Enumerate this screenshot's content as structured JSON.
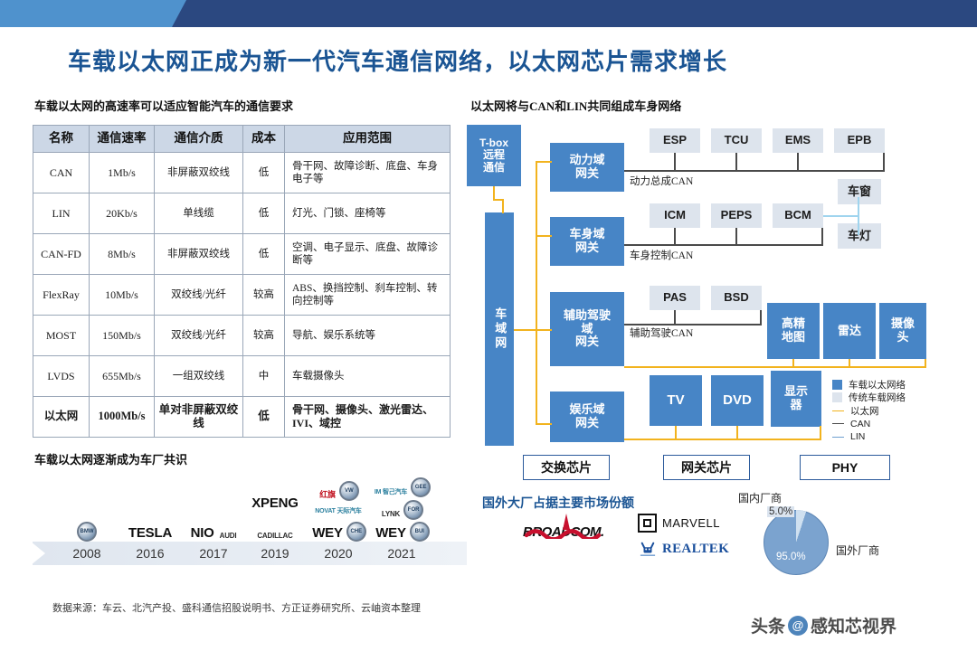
{
  "header": {
    "banner_light_color": "#4f92cd",
    "banner_dark_color": "#2b4880"
  },
  "title": "车载以太网正成为新一代汽车通信网络，以太网芯片需求增长",
  "sections": {
    "left_table_heading": "车载以太网的高速率可以适应智能汽车的通信要求",
    "right_diagram_heading": "以太网将与CAN和LIN共同组成车身网络",
    "timeline_heading": "车载以太网逐渐成为车厂共识",
    "market_heading": "国外大厂占据主要市场份额"
  },
  "table": {
    "columns": [
      "名称",
      "通信速率",
      "通信介质",
      "成本",
      "应用范围"
    ],
    "rows": [
      {
        "name": "CAN",
        "rate": "1Mb/s",
        "medium": "非屏蔽双绞线",
        "cost": "低",
        "apps": "骨干网、故障诊断、底盘、车身电子等"
      },
      {
        "name": "LIN",
        "rate": "20Kb/s",
        "medium": "单线缆",
        "cost": "低",
        "apps": "灯光、门锁、座椅等"
      },
      {
        "name": "CAN-FD",
        "rate": "8Mb/s",
        "medium": "非屏蔽双绞线",
        "cost": "低",
        "apps": "空调、电子显示、底盘、故障诊断等"
      },
      {
        "name": "FlexRay",
        "rate": "10Mb/s",
        "medium": "双绞线/光纤",
        "cost": "较高",
        "apps": "ABS、换挡控制、刹车控制、转向控制等"
      },
      {
        "name": "MOST",
        "rate": "150Mb/s",
        "medium": "双绞线/光纤",
        "cost": "较高",
        "apps": "导航、娱乐系统等"
      },
      {
        "name": "LVDS",
        "rate": "655Mb/s",
        "medium": "一组双绞线",
        "cost": "中",
        "apps": "车载摄像头"
      },
      {
        "name": "以太网",
        "rate": "1000Mb/s",
        "medium": "单对非屏蔽双绞线",
        "cost": "低",
        "apps": "骨干网、摄像头、激光雷达、IVI、域控",
        "highlight": true
      }
    ]
  },
  "timeline": {
    "items": [
      {
        "year": "2008",
        "brands": [
          "BMW"
        ]
      },
      {
        "year": "2016",
        "brands": [
          "TESLA"
        ]
      },
      {
        "year": "2017",
        "brands": [
          "NIO",
          "AUDI"
        ]
      },
      {
        "year": "2019",
        "brands": [
          "XPENG",
          "CADILLAC"
        ]
      },
      {
        "year": "2020",
        "brands": [
          "红旗",
          "VW",
          "NOVAT 天际汽车",
          "WEY",
          "CHERY"
        ]
      },
      {
        "year": "2021",
        "brands": [
          "IM 智己汽车",
          "GEELY",
          "LYNK",
          "FORD",
          "WEY",
          "BUICK"
        ]
      }
    ]
  },
  "diagram": {
    "spine": {
      "label": "车域网"
    },
    "tbox": {
      "label": "T-box\n远程\n通信",
      "lines": [
        "T-box",
        "远程",
        "通信"
      ]
    },
    "gateways": [
      {
        "lines": [
          "动力域",
          "网关"
        ]
      },
      {
        "lines": [
          "车身域",
          "网关"
        ]
      },
      {
        "lines": [
          "辅助驾驶",
          "域",
          "网关"
        ]
      },
      {
        "lines": [
          "娱乐域",
          "网关"
        ]
      }
    ],
    "bus_labels": [
      "动力总成CAN",
      "车身控制CAN",
      "辅助驾驶CAN"
    ],
    "powertrain_nodes": [
      "ESP",
      "TCU",
      "EMS",
      "EPB"
    ],
    "body_nodes": [
      "ICM",
      "PEPS",
      "BCM"
    ],
    "lin_nodes": [
      "车窗",
      "车灯"
    ],
    "adas_can_nodes": [
      "PAS",
      "BSD"
    ],
    "adas_eth_nodes": [
      {
        "lines": [
          "高精",
          "地图"
        ]
      },
      {
        "lines": [
          "雷达"
        ]
      },
      {
        "lines": [
          "摄像",
          "头"
        ]
      }
    ],
    "infotainment_nodes": [
      {
        "lines": [
          "TV"
        ],
        "en": true
      },
      {
        "lines": [
          "DVD"
        ],
        "en": true
      },
      {
        "lines": [
          "显示",
          "器"
        ]
      }
    ],
    "legend": [
      {
        "kind": "swatch",
        "color": "#4785c6",
        "label": "车载以太网络"
      },
      {
        "kind": "swatch",
        "color": "#dde4ed",
        "label": "传统车载网络"
      },
      {
        "kind": "line",
        "color": "#f2b31e",
        "label": "以太网"
      },
      {
        "kind": "line",
        "color": "#4a4a4a",
        "label": "CAN"
      },
      {
        "kind": "line",
        "color": "#6f9fd0",
        "label": "LIN"
      }
    ],
    "chip_boxes": [
      {
        "label": "交换芯片",
        "en": false
      },
      {
        "label": "网关芯片",
        "en": false
      },
      {
        "label": "PHY",
        "en": true
      }
    ]
  },
  "vendors": {
    "broadcom": "BROADCOM.",
    "marvell": "MARVELL",
    "realtek": "REALTEK"
  },
  "chart_data": {
    "type": "pie",
    "title": "国外大厂占据主要市场份额",
    "categories": [
      "国内厂商",
      "国外厂商"
    ],
    "values": [
      5.0,
      95.0
    ],
    "labels": [
      "5.0%",
      "95.0%"
    ],
    "colors": [
      "#cfe0f0",
      "#7ba3cf"
    ],
    "unit": "%",
    "legend_position": "outside-labels"
  },
  "footer": {
    "source": "数据来源：车云、北汽产投、盛科通信招股说明书、方正证券研究所、云岫资本整理"
  },
  "watermark": {
    "prefix": "头条",
    "at": "@",
    "name": "感知芯视界"
  }
}
